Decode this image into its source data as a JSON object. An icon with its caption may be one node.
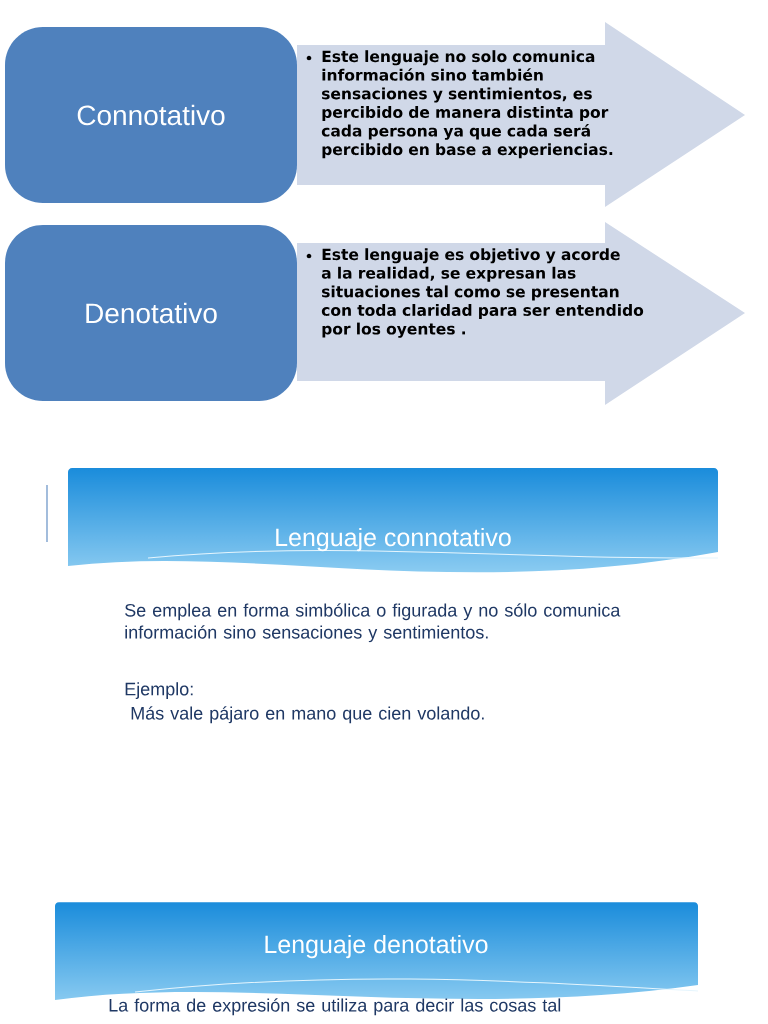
{
  "diagram": {
    "nodes": [
      {
        "text": [
          "Connotativo"
        ]
      },
      {
        "text": [
          "Este lenguaje no solo comunica información sino también sensaciones y sentimientos, es percibido de manera distinta por cada persona ya que cada será percibido en base a experiencias."
        ]
      },
      {
        "text": [
          "Denotativo"
        ]
      },
      {
        "text": [
          "Este lenguaje es objetivo y acorde a la realidad, se expresan las situaciones tal como se presentan con toda claridad para ser entendido por los oyentes ."
        ]
      },
      {
        "text": [
          "Lenguaje connotativo"
        ]
      },
      {
        "text": [
          "Lenguaje denotativo"
        ]
      }
    ],
    "labels": [
      "Se emplea en forma simbólica o figurada y no sólo comunica información sino sensaciones y sentimientos.",
      "Ejemplo:",
      "Más vale pájaro en mano que cien volando.",
      "La forma de expresión se utiliza para decir las cosas tal"
    ]
  }
}
